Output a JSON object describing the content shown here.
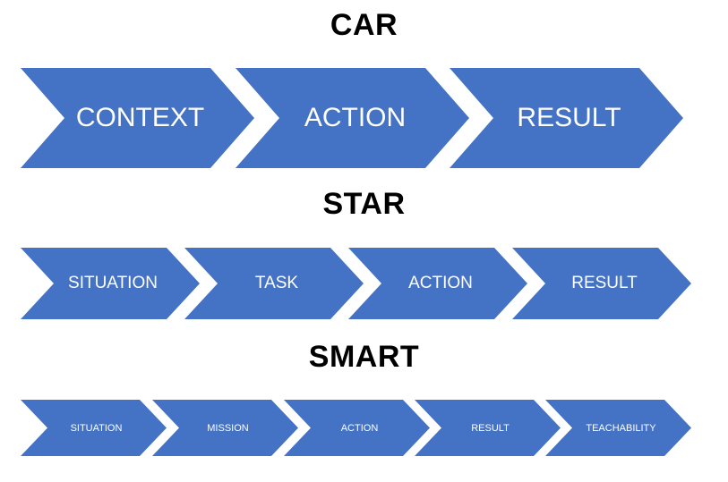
{
  "diagram": {
    "accent_color": "#4472C4",
    "label_text_color": "#FFFFFF",
    "title_text_color": "#000000",
    "rows": [
      {
        "title": "CAR",
        "items": [
          "CONTEXT",
          "ACTION",
          "RESULT"
        ]
      },
      {
        "title": "STAR",
        "items": [
          "SITUATION",
          "TASK",
          "ACTION",
          "RESULT"
        ]
      },
      {
        "title": "SMART",
        "items": [
          "SITUATION",
          "MISSION",
          "ACTION",
          "RESULT",
          "TEACHABILITY"
        ]
      }
    ]
  }
}
